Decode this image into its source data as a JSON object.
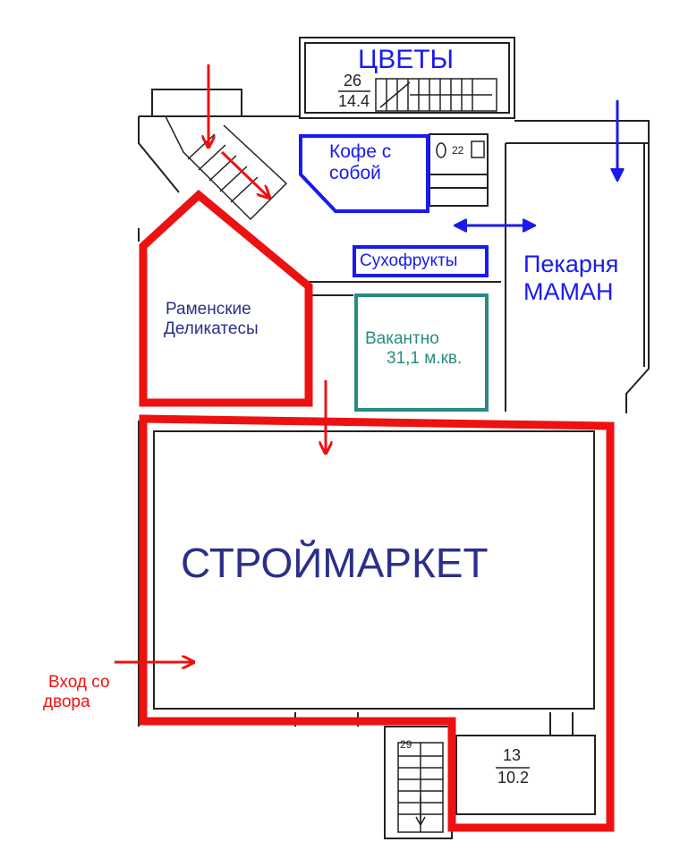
{
  "colors": {
    "outline_red": "#ee1111",
    "highlight_blue": "#1a1aee",
    "vacant_teal": "#2a8a82",
    "label_navy": "#2b2f8a",
    "wall_black": "#222222",
    "background": "#ffffff"
  },
  "rooms": {
    "flowers": "ЦВЕТЫ",
    "coffee_line1": "Кофе с",
    "coffee_line2": "собой",
    "dried_fruits": "Сухофрукты",
    "bakery_line1": "Пекарня",
    "bakery_line2": "МАМАН",
    "ramenskie_line1": "Раменские",
    "ramenskie_line2": "Деликатесы",
    "vacant_line1": "Вакантно",
    "vacant_line2": "31,1 м.кв.",
    "stroymarket": "СТРОЙМАРКЕТ"
  },
  "room_numbers": {
    "top_room_number": "26",
    "top_room_area": "14.4",
    "wc_number": "22",
    "stair_number": "29",
    "bottom_room_number": "13",
    "bottom_room_area": "10.2"
  },
  "entrance": {
    "line1": "Вход со",
    "line2": "двора"
  },
  "icons": [
    "entrance-arrow-icon",
    "double-arrow-icon",
    "toilet-icon"
  ]
}
